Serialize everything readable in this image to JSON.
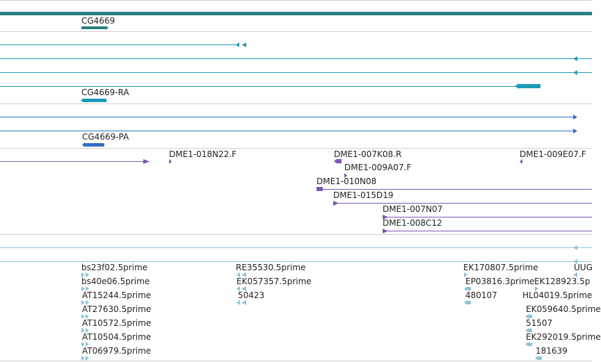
{
  "colors": {
    "gene": "#2b7f7f",
    "genomic_match": "#1e9bb6",
    "transcript": "#1a9ab8",
    "protein": "#2f6ec8",
    "bac_end": "#7b57b0",
    "est": "#8fc3dc",
    "separator": "#cfcfcf",
    "text": "#222222"
  },
  "tracks": {
    "gene": {
      "labels": [
        "CG4669"
      ]
    },
    "transcript": {
      "labels": [
        "CG4669-RA"
      ]
    },
    "protein": {
      "labels": [
        "CG4669-PA"
      ]
    },
    "bac_ends": {
      "labels": [
        "DME1-018N22.F",
        "DME1-007K08.R",
        "DME1-009E07.F",
        "DME1-009A07.F",
        "DME1-010N08",
        "DME1-015D19",
        "DME1-007N07",
        "DME1-008C12"
      ]
    },
    "ests": {
      "labels": [
        "bs23f02.5prime",
        "RE35530.5prime",
        "EK170807.5prime",
        "UUG",
        "bs40e06.5prime",
        "EK057357.5prime",
        "EP03816.3prime",
        "EK128923.5p",
        "AT15244.5prime",
        "50423",
        "480107",
        "HL04019.5prime",
        "AT27630.5prime",
        "EK059640.5prime",
        "AT10572.5prime",
        "51507",
        "AT10504.5prime",
        "EK292019.5prime",
        "AT06979.5prime",
        "181639"
      ]
    }
  }
}
